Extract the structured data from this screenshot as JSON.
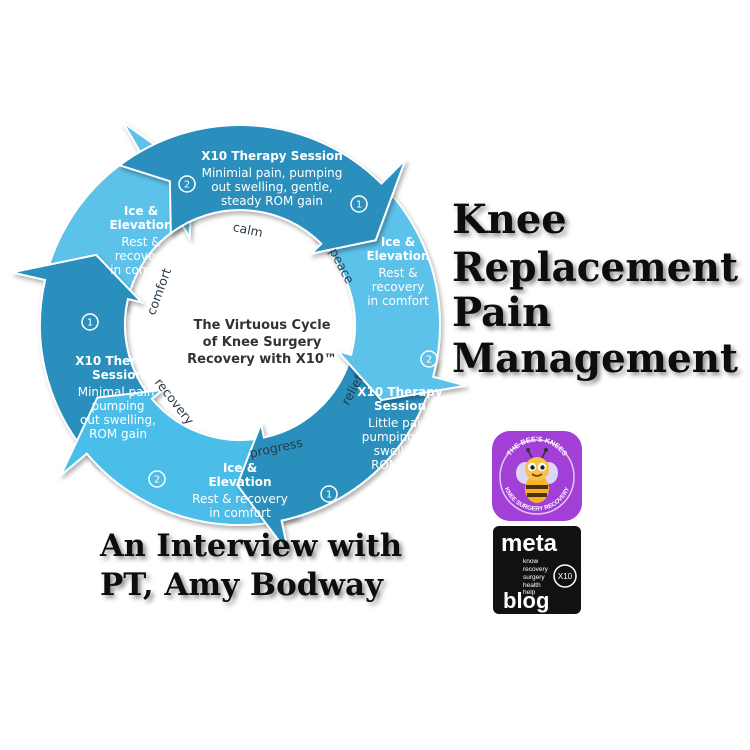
{
  "diagram": {
    "center_lines": [
      "The Virtuous Cycle",
      "of Knee Surgery",
      "Recovery with X10™"
    ],
    "segments": [
      {
        "badge": "1",
        "title": [
          "X10 Therapy Session"
        ],
        "body": [
          "Minimial pain, pumping",
          "out swelling, gentle,",
          "steady ROM gain"
        ],
        "fill": "#2a8fbd"
      },
      {
        "badge": "2",
        "title": [
          "Ice &",
          "Elevation"
        ],
        "body": [
          "Rest &",
          "recovery",
          "in comfort"
        ],
        "fill": "#5cc2ea"
      },
      {
        "badge": "1",
        "title": [
          "X10 Therapy",
          "Session"
        ],
        "body": [
          "Little pain,",
          "pumping out",
          "swelling,",
          "ROM gain"
        ],
        "fill": "#2a8fbd"
      },
      {
        "badge": "2",
        "title": [
          "Ice &",
          "Elevation"
        ],
        "body": [
          "Rest & recovery",
          "in comfort"
        ],
        "fill": "#4bbde9"
      },
      {
        "badge": "1",
        "title": [
          "X10 Therapy",
          "Session"
        ],
        "body": [
          "Minimal pain,",
          "pumping",
          "out swelling,",
          "ROM gain"
        ],
        "fill": "#2a8fbd"
      },
      {
        "badge": "2",
        "title": [
          "Ice &",
          "Elevation"
        ],
        "body": [
          "Rest &",
          "recovery",
          "in comfort"
        ],
        "fill": "#5cc2ea"
      }
    ],
    "ring_words": [
      "calm",
      "peace",
      "relief",
      "progress",
      "recovery",
      "comfort"
    ]
  },
  "headline_lines": [
    "Knee",
    "Replacement",
    "Pain",
    "Management"
  ],
  "interview_lines": [
    "An Interview with",
    "PT, Amy Bodway"
  ],
  "app_icon": {
    "ring_top": "THE BEE'S KNEES",
    "ring_bottom": "KNEE SURGERY RECOVERY",
    "bg": "#a23fd6"
  },
  "meta_logo": {
    "top": "meta",
    "small_words": [
      "know",
      "recovery",
      "surgery",
      "health",
      "help"
    ],
    "badge": "X10",
    "bottom": "blog"
  },
  "colors": {
    "dark_blue": "#2a8fbd",
    "light_blue": "#5cc2ea",
    "text_dark": "#111111"
  }
}
